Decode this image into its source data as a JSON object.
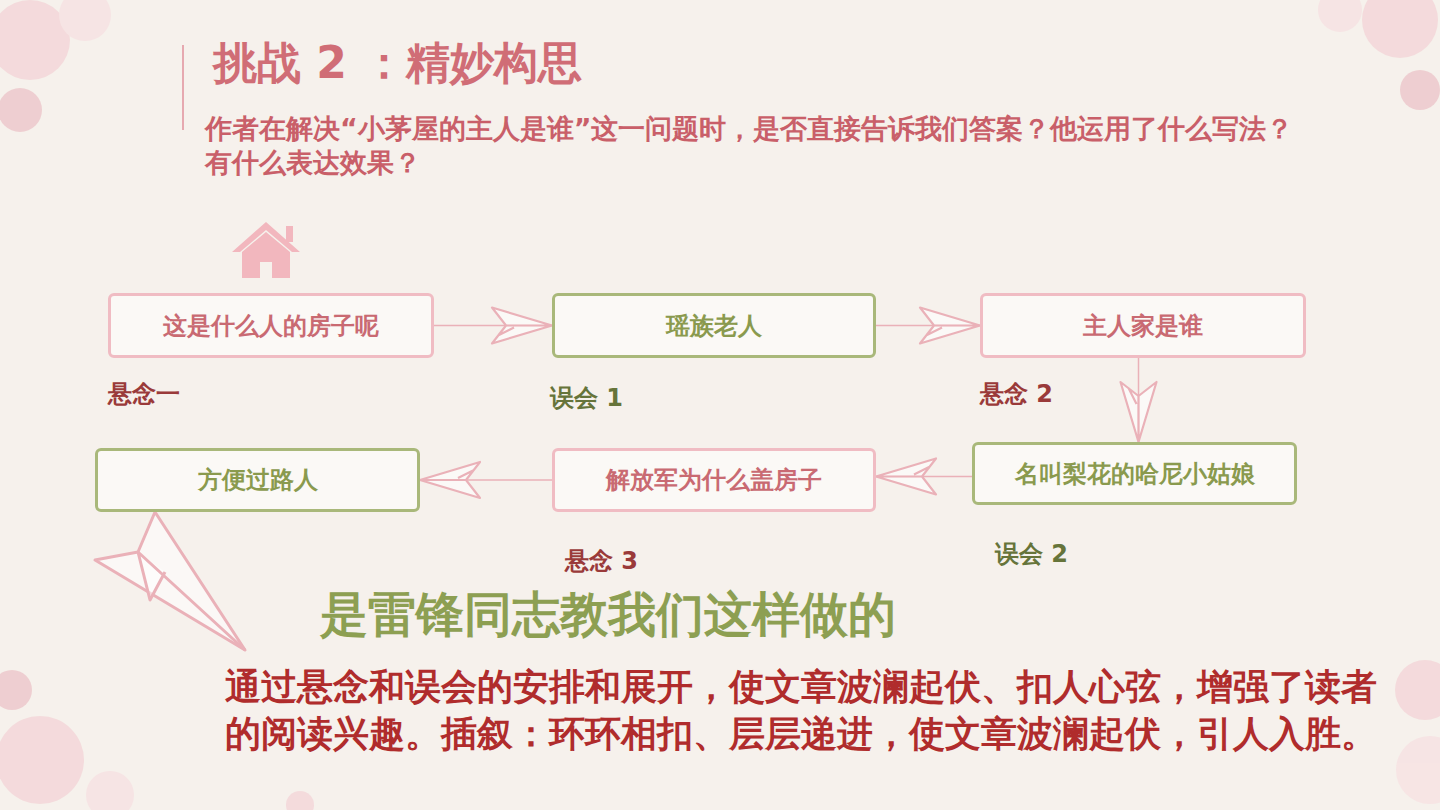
{
  "diagram": {
    "title": "挑战 2 ：精妙构思",
    "nodes": [
      {
        "text": [
          "这是什么人的房子呢"
        ]
      },
      {
        "text": [
          "瑶族老人"
        ]
      },
      {
        "text": [
          "主人家是谁"
        ]
      },
      {
        "text": [
          "名叫梨花的哈尼小姑娘"
        ]
      },
      {
        "text": [
          "解放军为什么盖房子"
        ]
      },
      {
        "text": [
          "方便过路人"
        ]
      }
    ],
    "edges": [
      {
        "from": 0,
        "to": 1,
        "arrow": "to"
      },
      {
        "from": 1,
        "to": 2,
        "arrow": "to"
      },
      {
        "from": 2,
        "to": 3,
        "arrow": "to"
      },
      {
        "from": 3,
        "to": 4,
        "arrow": "to"
      },
      {
        "from": 4,
        "to": 5,
        "arrow": "to"
      }
    ],
    "labels": [
      "作者在解决“小茅屋的主人是谁”这一问题时，是否直接告诉我们答案？他运用了什么写法？有什么表达效果？",
      "悬念一",
      "误会 1",
      "悬念 2",
      "误会 2",
      "悬念 3",
      "是雷锋同志教我们这样做的",
      "通过悬念和误会的安排和展开，使文章波澜起伏、扣人心弦，增强了读者的阅读兴趣。插叙：环环相扣、层层递进，使文章波澜起伏，引人入胜。"
    ]
  }
}
